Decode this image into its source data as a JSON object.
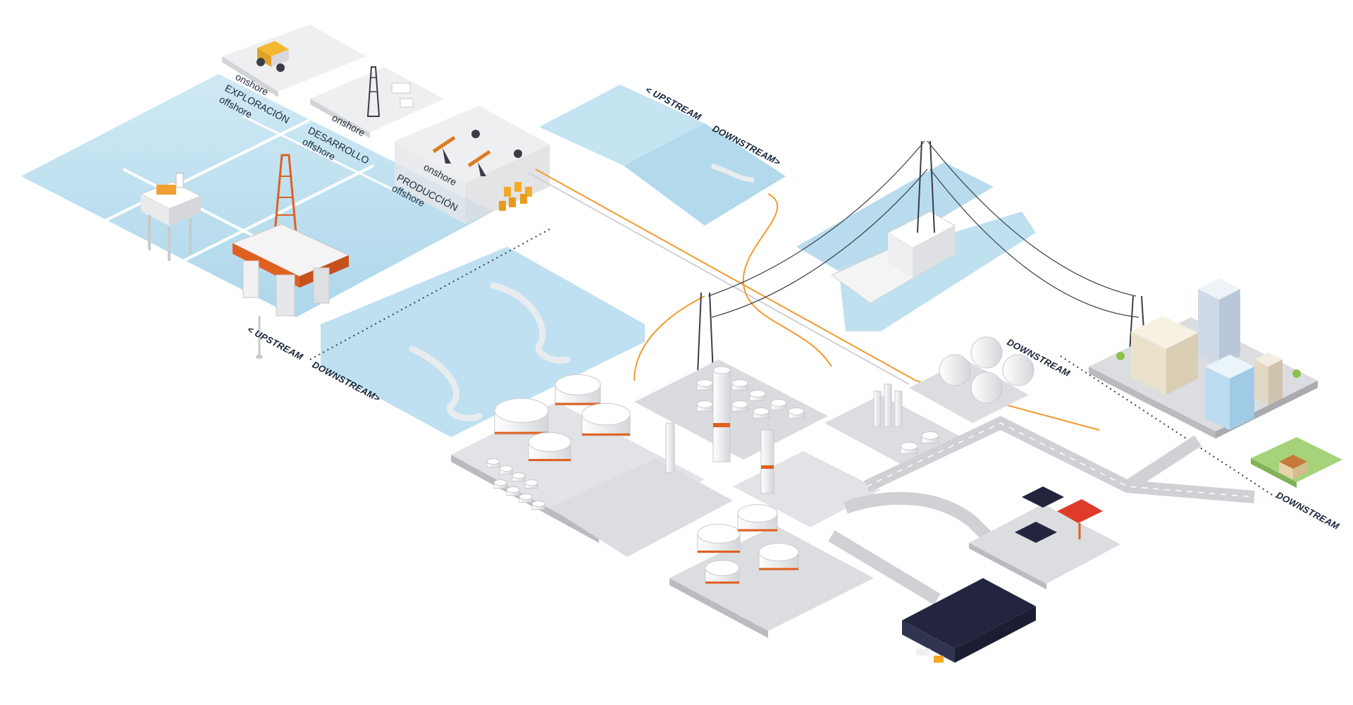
{
  "labels": {
    "exploracion": {
      "onshore": "onshore",
      "stage": "EXPLORACIÓN",
      "offshore": "offshore"
    },
    "desarrollo": {
      "onshore": "onshore",
      "stage": "DESARROLLO",
      "offshore": "offshore"
    },
    "produccion": {
      "onshore": "onshore",
      "stage": "PRODUCCIÓN",
      "offshore": "offshore"
    },
    "upstream_sea": "< UPSTREAM",
    "downstream_sea": "DOWNSTREAM>",
    "upstream_top": "< UPSTREAM",
    "downstream_top": "DOWNSTREAM>",
    "downstream_city": "DOWNSTREAM",
    "downstream_right": "DOWNSTREAM"
  },
  "colors": {
    "sea": "#bfe0ef",
    "sea_light": "#d6edf7",
    "ground": "#d9dadd",
    "ground_dark": "#b9bbc0",
    "pipe_orange": "#f29a2e",
    "accent": "#e06020",
    "dark_roof": "#22253d",
    "road": "#e2e3e6"
  },
  "icons": [
    "exploration-truck-icon",
    "drilling-derrick-icon",
    "pump-jack-icon",
    "offshore-platform-icon",
    "drilling-rig-icon",
    "storage-tank-icon",
    "refinery-column-icon",
    "hydro-dam-icon",
    "power-tower-icon",
    "office-building-icon",
    "house-icon",
    "gas-station-icon",
    "warehouse-icon"
  ]
}
